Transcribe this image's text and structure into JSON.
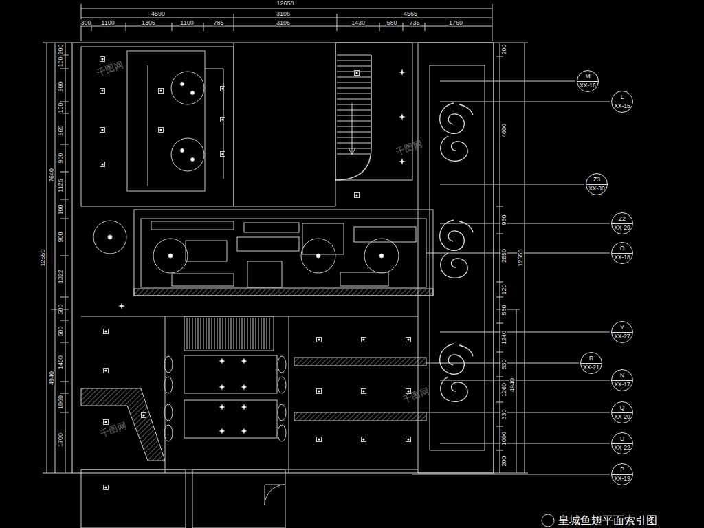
{
  "diagram": {
    "title": "皇城鱼翅平面索引图",
    "nodes": [
      {
        "text": [
          "M",
          "XX-16"
        ]
      },
      {
        "text": [
          "L",
          "XX-15"
        ]
      },
      {
        "text": [
          "Z3",
          "XX-30"
        ]
      },
      {
        "text": [
          "Z2",
          "XX-29"
        ]
      },
      {
        "text": [
          "O",
          "XX-18"
        ]
      },
      {
        "text": [
          "Y",
          "XX-27"
        ]
      },
      {
        "text": [
          "R",
          "XX-21"
        ]
      },
      {
        "text": [
          "N",
          "XX-17"
        ]
      },
      {
        "text": [
          "Q",
          "XX-20"
        ]
      },
      {
        "text": [
          "U",
          "XX-22"
        ]
      },
      {
        "text": [
          "P",
          "XX-19"
        ]
      }
    ],
    "labels": [
      "12650",
      "4590",
      "3106",
      "4565",
      "300",
      "1100",
      "1305",
      "1100",
      "785",
      "3106",
      "1430",
      "580",
      "735",
      "1760",
      "12550",
      "7640",
      "4940",
      "200",
      "130",
      "900",
      "150",
      "965",
      "900",
      "1125",
      "100",
      "900",
      "1322",
      "580",
      "680",
      "1450",
      "1060",
      "1700",
      "200",
      "4600",
      "950",
      "2650",
      "120",
      "580",
      "1240",
      "530",
      "1260",
      "330",
      "1000",
      "200",
      "12550",
      "4940",
      "千图网",
      "千图网",
      "千图网",
      "千图网"
    ]
  }
}
